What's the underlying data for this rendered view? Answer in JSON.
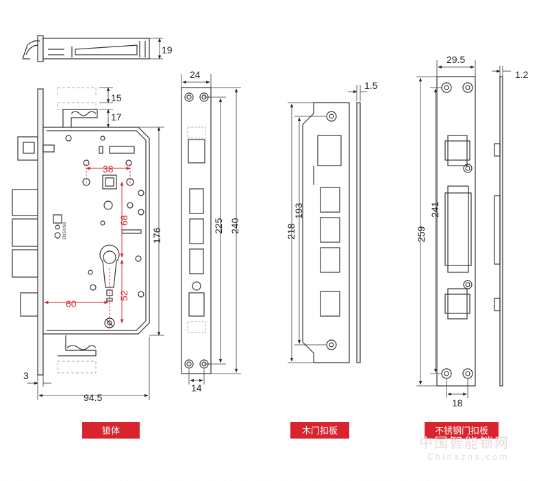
{
  "lock_body": {
    "top_height": "19",
    "latch_offset_a": "15",
    "latch_offset_b": "17",
    "spindle_spacing": "38",
    "center_distance": "68",
    "cylinder_offset": "52",
    "backset": "60",
    "body_height": "176",
    "faceplate_thickness": "3",
    "body_width": "94.5",
    "stamp_text": "EN50/68",
    "caption": "锁体"
  },
  "faceplate": {
    "width": "24",
    "inner_height": "225",
    "total_height": "240",
    "bottom_width": "14"
  },
  "wood_strike": {
    "thickness": "1.5",
    "outer_height": "218",
    "inner_height": "193",
    "caption": "木门扣板"
  },
  "steel_strike": {
    "width": "29.5",
    "thickness": "1.2",
    "outer_height": "259",
    "inner_height": "241",
    "bottom_width": "18",
    "caption": "不锈钢门扣板"
  },
  "watermark": {
    "text": "中国智能锁网",
    "url": "Chinazns.com"
  },
  "colors": {
    "accent": "#d8242f",
    "line": "#333333"
  }
}
